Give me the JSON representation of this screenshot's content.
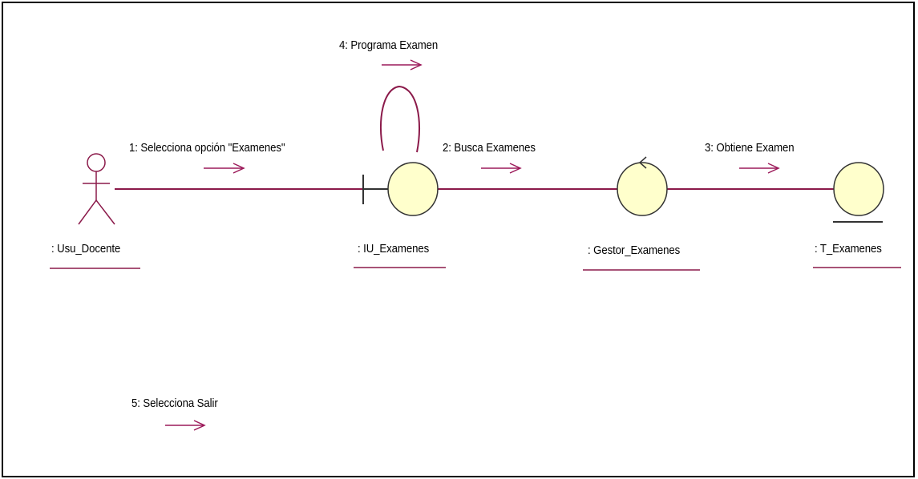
{
  "diagram": {
    "objects": {
      "actor": ": Usu_Docente",
      "boundary": ": IU_Examenes",
      "control": ": Gestor_Examenes",
      "entity": ": T_Examenes"
    },
    "messages": {
      "m1": "1: Selecciona opción \"Examenes\"",
      "m2": "2: Busca Examenes",
      "m3": "3: Obtiene Examen",
      "m4": "4: Programa Examen",
      "m5": "5: Selecciona Salir"
    },
    "colors": {
      "line": "#8B1A4A",
      "fill": "#FFFFCC",
      "arrow": "#9C1A5A",
      "icon_stroke": "#333333"
    }
  }
}
